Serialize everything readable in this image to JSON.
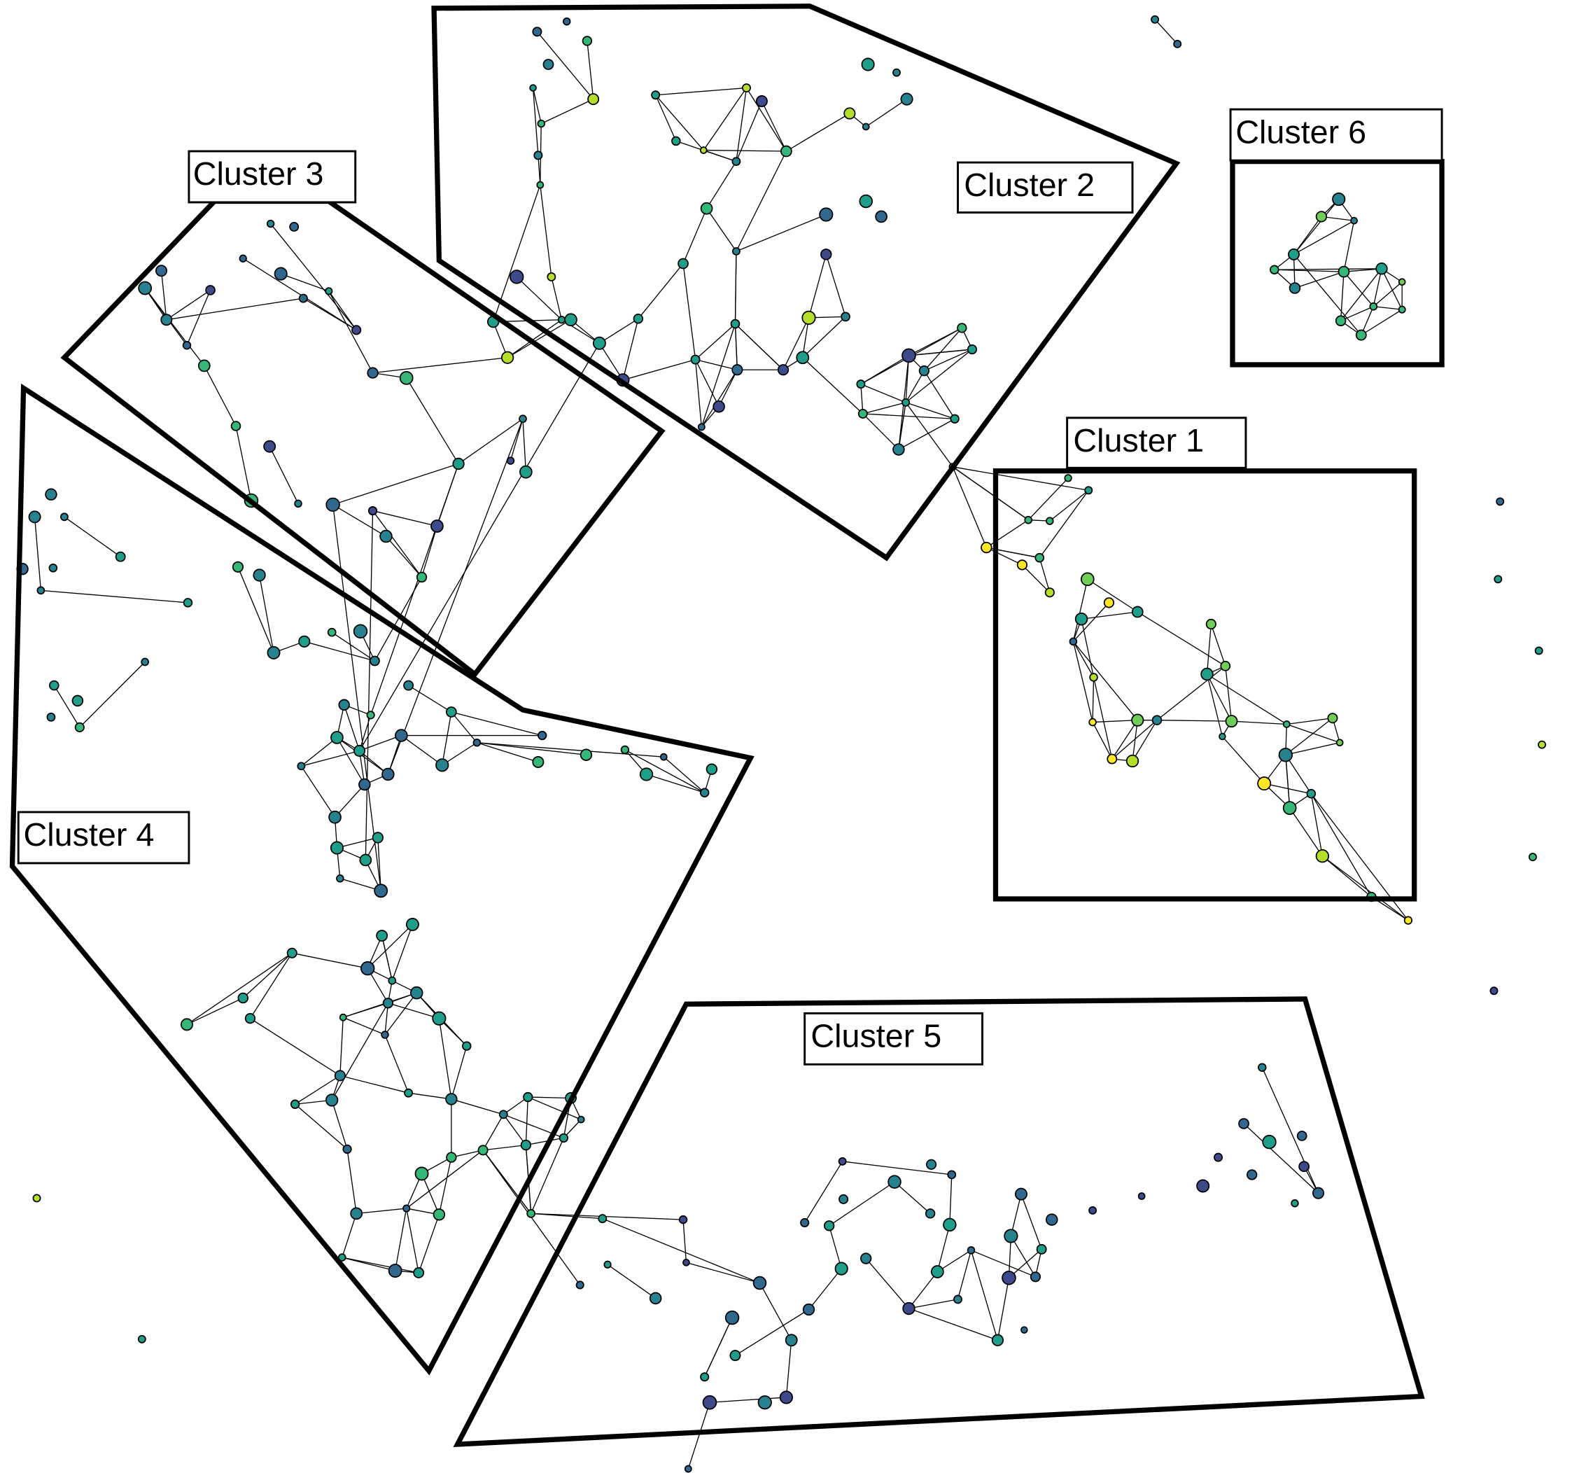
{
  "diagram": {
    "type": "network-graph-with-cluster-hulls",
    "clusters": [
      {
        "id": 1,
        "label": "Cluster 1"
      },
      {
        "id": 2,
        "label": "Cluster 2"
      },
      {
        "id": 3,
        "label": "Cluster 3"
      },
      {
        "id": 4,
        "label": "Cluster 4"
      },
      {
        "id": 5,
        "label": "Cluster 5"
      },
      {
        "id": 6,
        "label": "Cluster 6"
      }
    ],
    "node_palette": [
      "#440154",
      "#3e4a89",
      "#31688e",
      "#26828e",
      "#1f9e89",
      "#35b779",
      "#6ece58",
      "#b5de2b",
      "#fde725"
    ]
  }
}
